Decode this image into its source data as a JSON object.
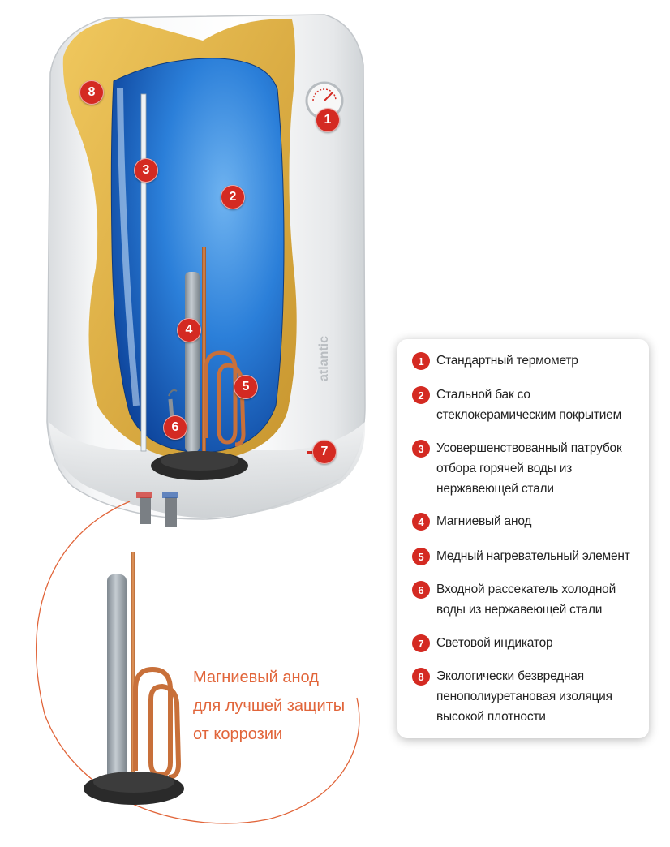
{
  "brand": "atlantic",
  "colors": {
    "accent": "#d42a22",
    "caption": "#e1653a",
    "tank": "#1f6fd0",
    "insulation": "#e0b546",
    "copper": "#c8703a",
    "anode": "#9aa3ab"
  },
  "markers": [
    "1",
    "2",
    "3",
    "4",
    "5",
    "6",
    "7",
    "8"
  ],
  "legend": [
    {
      "num": "1",
      "text": "Стандартный термометр"
    },
    {
      "num": "2",
      "text": "Стальной бак со\nстеклокерамическим покрытием"
    },
    {
      "num": "3",
      "text": "Усовершенствованный патрубок\nотбора горячей воды из\nнержавеющей стали"
    },
    {
      "num": "4",
      "text": "Магниевый анод"
    },
    {
      "num": "5",
      "text": "Медный нагревательный элемент"
    },
    {
      "num": "6",
      "text": "Входной рассекатель холодной\nводы из нержавеющей стали"
    },
    {
      "num": "7",
      "text": "Световой индикатор"
    },
    {
      "num": "8",
      "text": "Экологически безвредная\nпенополиуретановая изоляция\nвысокой плотности"
    }
  ],
  "zoom_caption": "Магниевый анод\nдля лучшей защиты\nот коррозии"
}
